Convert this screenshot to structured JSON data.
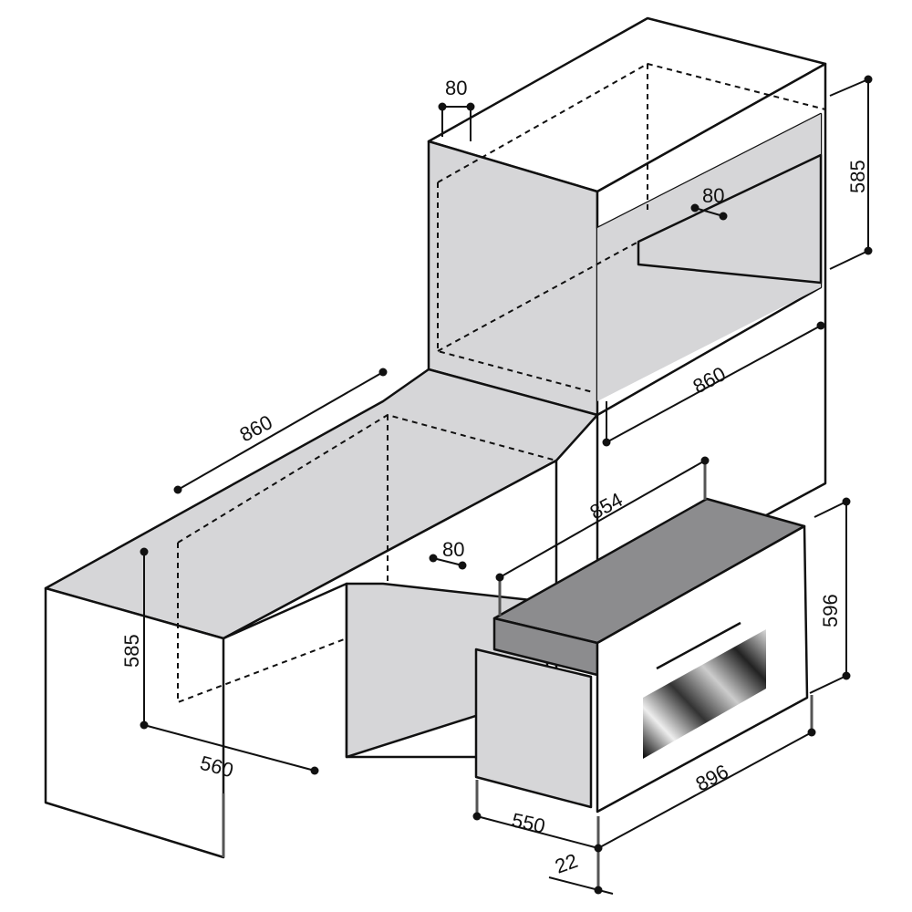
{
  "title": "Built-in oven installation dimensions (mm)",
  "colors": {
    "surface": "#d6d6d8",
    "oven_top": "#8c8c8e",
    "line": "#111111"
  },
  "dimensions": {
    "upper_vent_gap": "80",
    "upper_height": "585",
    "upper_rear_vent": "80",
    "upper_width": "860",
    "lower_width": "860",
    "lower_height": "585",
    "lower_depth": "560",
    "lower_rear_vent": "80",
    "oven_depth_top": "854",
    "oven_height": "596",
    "oven_width": "896",
    "oven_depth": "550",
    "oven_front_thickness": "22"
  }
}
